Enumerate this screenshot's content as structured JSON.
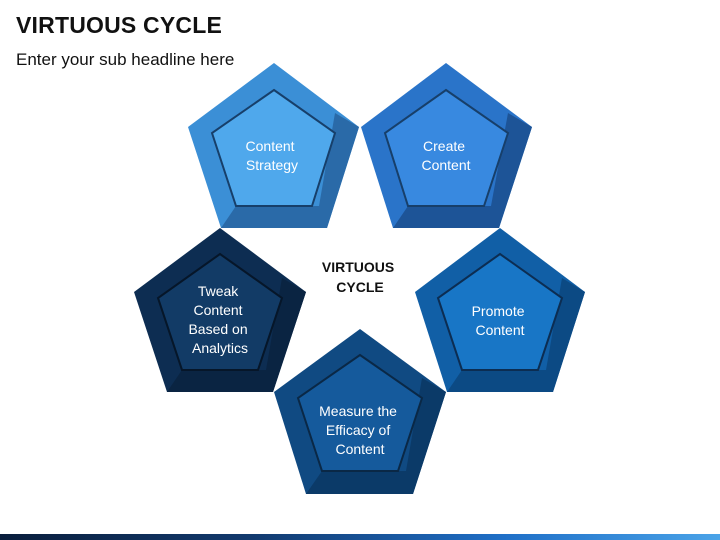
{
  "header": {
    "title": "VIRTUOUS CYCLE",
    "subtitle": "Enter your sub headline here"
  },
  "center": {
    "lines": [
      "VIRTUOUS",
      "CYCLE"
    ]
  },
  "nodes": [
    {
      "id": "content-strategy",
      "lines": [
        "Content",
        "Strategy"
      ],
      "outer": "#3b8fd6",
      "inner": "#4fa8ec",
      "edge": "#173f6a",
      "shadow": "#2a6aa8"
    },
    {
      "id": "create-content",
      "lines": [
        "Create",
        "Content"
      ],
      "outer": "#2a74c9",
      "inner": "#3889e0",
      "edge": "#173f6a",
      "shadow": "#1d5497"
    },
    {
      "id": "promote-content",
      "lines": [
        "Promote",
        "Content"
      ],
      "outer": "#115fa6",
      "inner": "#1876c6",
      "edge": "#0c2d52",
      "shadow": "#0c4a84"
    },
    {
      "id": "measure-efficacy",
      "lines": [
        "Measure the",
        "Efficacy of",
        "Content"
      ],
      "outer": "#104a82",
      "inner": "#155a9c",
      "edge": "#0a2846",
      "shadow": "#0b3a68"
    },
    {
      "id": "tweak-content",
      "lines": [
        "Tweak",
        "Content",
        "Based on",
        "Analytics"
      ],
      "outer": "#0d2d52",
      "inner": "#123b66",
      "edge": "#061629",
      "shadow": "#0a2442"
    }
  ]
}
